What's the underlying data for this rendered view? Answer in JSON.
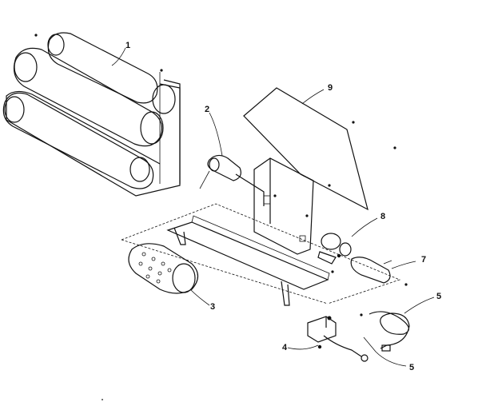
{
  "callouts": [
    {
      "id": "1",
      "label": "1"
    },
    {
      "id": "2",
      "label": "2"
    },
    {
      "id": "3",
      "label": "3"
    },
    {
      "id": "4",
      "label": "4"
    },
    {
      "id": "5a",
      "label": "5"
    },
    {
      "id": "5b",
      "label": "5"
    },
    {
      "id": "7",
      "label": "7"
    },
    {
      "id": "8",
      "label": "8"
    },
    {
      "id": "9",
      "label": "9"
    }
  ],
  "colors": {
    "ink": "#111111",
    "paper": "#ffffff",
    "bark": "#555555"
  }
}
